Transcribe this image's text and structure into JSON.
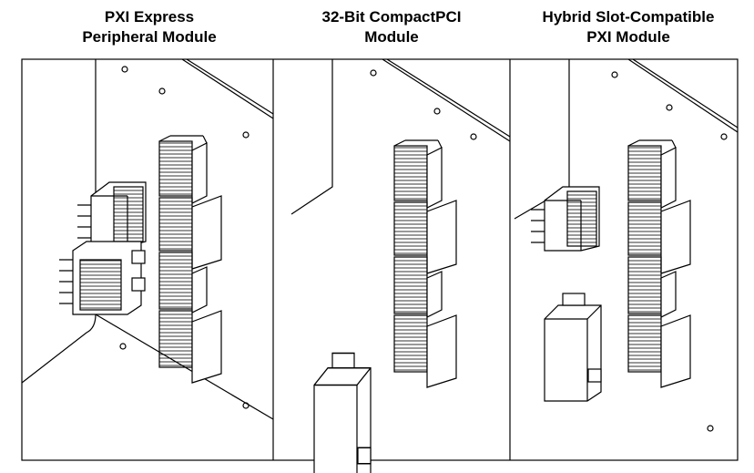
{
  "panels": [
    {
      "title_line1": "PXI Express",
      "title_line2": "Peripheral Module"
    },
    {
      "title_line1": "32-Bit CompactPCI",
      "title_line2": "Module"
    },
    {
      "title_line1": "Hybrid Slot-Compatible",
      "title_line2": "PXI Module"
    }
  ]
}
